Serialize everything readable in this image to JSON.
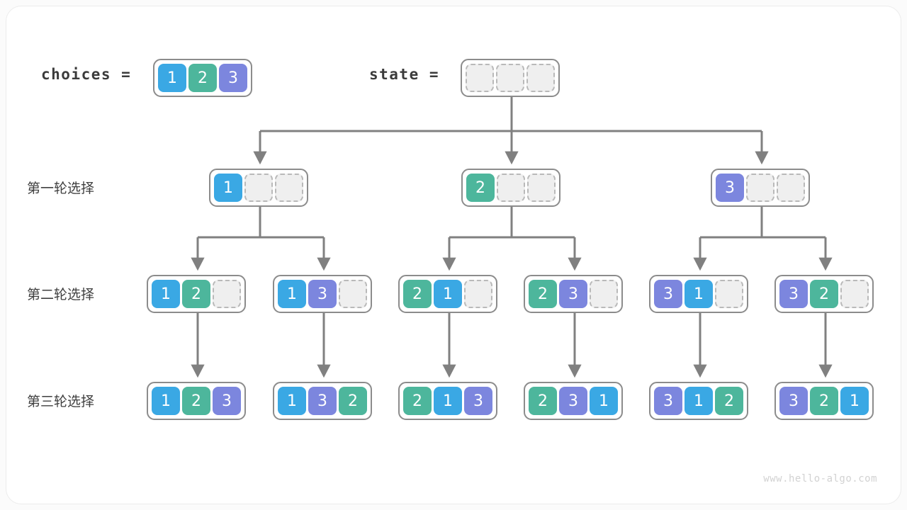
{
  "colors": {
    "value_1": "#3aa8e4",
    "value_2": "#4db69c",
    "value_3": "#7c86de",
    "empty_cell_fill": "#efefef",
    "empty_cell_border": "#b9b9b9",
    "array_border": "#8c8c8c",
    "wire": "#808080",
    "card_background": "#ffffff",
    "page_background": "#fbfbfb",
    "text": "#3b3b3b",
    "watermark": "#d2d2d2"
  },
  "header": {
    "choices_label": "choices  =",
    "choices_values": [
      "1",
      "2",
      "3"
    ],
    "state_label": "state  =",
    "state_values": [
      "",
      "",
      ""
    ]
  },
  "rows": [
    {
      "label": "第一轮选择"
    },
    {
      "label": "第二轮选择"
    },
    {
      "label": "第三轮选择"
    }
  ],
  "level1": [
    {
      "values": [
        "1",
        "",
        ""
      ]
    },
    {
      "values": [
        "2",
        "",
        ""
      ]
    },
    {
      "values": [
        "3",
        "",
        ""
      ]
    }
  ],
  "level2": [
    {
      "values": [
        "1",
        "2",
        ""
      ]
    },
    {
      "values": [
        "1",
        "3",
        ""
      ]
    },
    {
      "values": [
        "2",
        "1",
        ""
      ]
    },
    {
      "values": [
        "2",
        "3",
        ""
      ]
    },
    {
      "values": [
        "3",
        "1",
        ""
      ]
    },
    {
      "values": [
        "3",
        "2",
        ""
      ]
    }
  ],
  "level3": [
    {
      "values": [
        "1",
        "2",
        "3"
      ]
    },
    {
      "values": [
        "1",
        "3",
        "2"
      ]
    },
    {
      "values": [
        "2",
        "1",
        "3"
      ]
    },
    {
      "values": [
        "2",
        "3",
        "1"
      ]
    },
    {
      "values": [
        "3",
        "1",
        "2"
      ]
    },
    {
      "values": [
        "3",
        "2",
        "1"
      ]
    }
  ],
  "footer": {
    "watermark": "www.hello-algo.com"
  },
  "geometry": {
    "array_left": {
      "choices": 216,
      "state": 650,
      "level1": [
        295,
        651,
        1003
      ],
      "level2": [
        207,
        385,
        562,
        739,
        916,
        1093
      ],
      "level3": [
        207,
        385,
        562,
        739,
        916,
        1093
      ]
    },
    "array_top": {
      "header": 83,
      "level1": 238,
      "level2": 388,
      "level3": 539
    }
  }
}
